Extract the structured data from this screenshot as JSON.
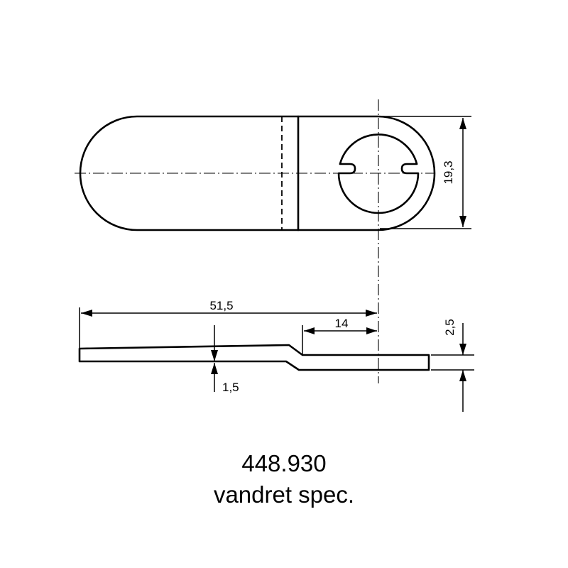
{
  "drawing": {
    "part_number": "448.930",
    "description": "vandret spec.",
    "dimensions": {
      "length_total": "51,5",
      "length_offset": "14",
      "width": "19,3",
      "thickness": "1,5",
      "height": "2,5"
    }
  }
}
